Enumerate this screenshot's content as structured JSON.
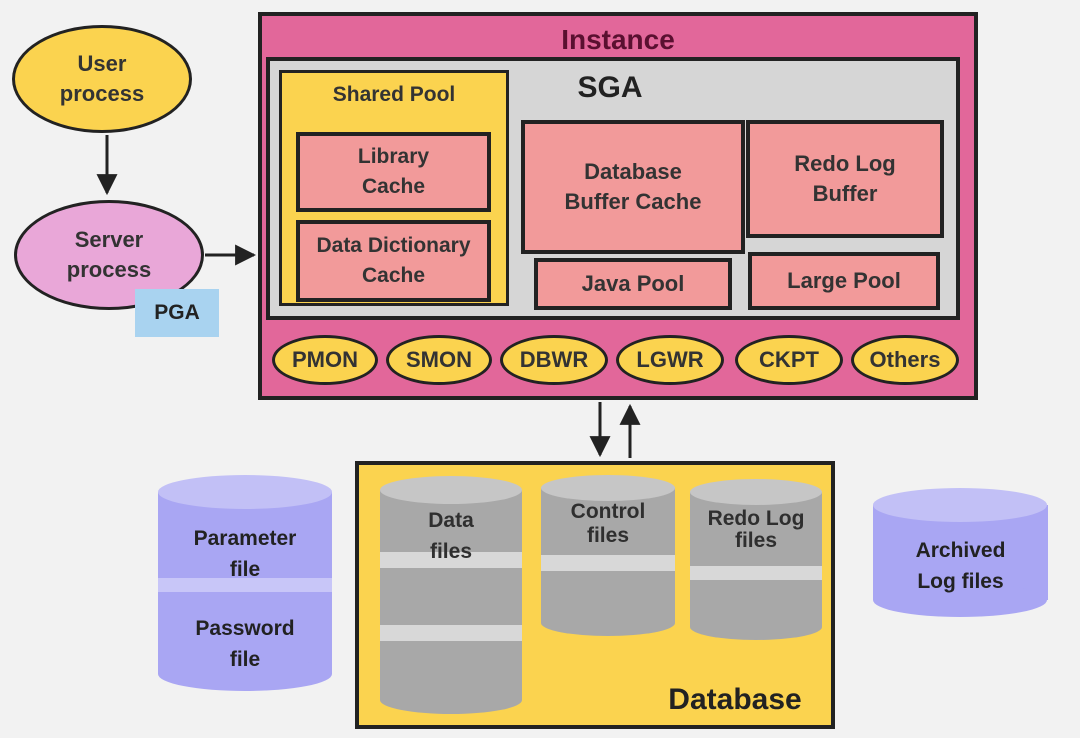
{
  "user_process": "User\nprocess",
  "server_process": "Server\nprocess",
  "pga": "PGA",
  "instance": {
    "title": "Instance",
    "sga": {
      "title": "SGA",
      "shared_pool": {
        "title": "Shared Pool",
        "library_cache": "Library\nCache",
        "data_dictionary_cache": "Data Dictionary\nCache"
      },
      "database_buffer_cache": "Database\nBuffer Cache",
      "redo_log_buffer": "Redo Log\nBuffer",
      "java_pool": "Java Pool",
      "large_pool": "Large Pool"
    },
    "background_processes": [
      "PMON",
      "SMON",
      "DBWR",
      "LGWR",
      "CKPT",
      "Others"
    ]
  },
  "database": {
    "title": "Database",
    "data_files": "Data\nfiles",
    "control_files": "Control\nfiles",
    "redo_log_files": "Redo Log\nfiles"
  },
  "parameter_file": "Parameter\nfile",
  "password_file": "Password\nfile",
  "archived_log_files": "Archived\nLog files",
  "colors": {
    "yellow": "#fbd34f",
    "pink_light": "#e9a7d8",
    "instance_pink": "#e2679a",
    "sga_gray": "#d6d6d6",
    "salmon": "#f29a9a",
    "pga_blue": "#a9d3f0",
    "cylinder_gray": "#a8a8a8",
    "cylinder_lavender": "#a9a6f3"
  }
}
